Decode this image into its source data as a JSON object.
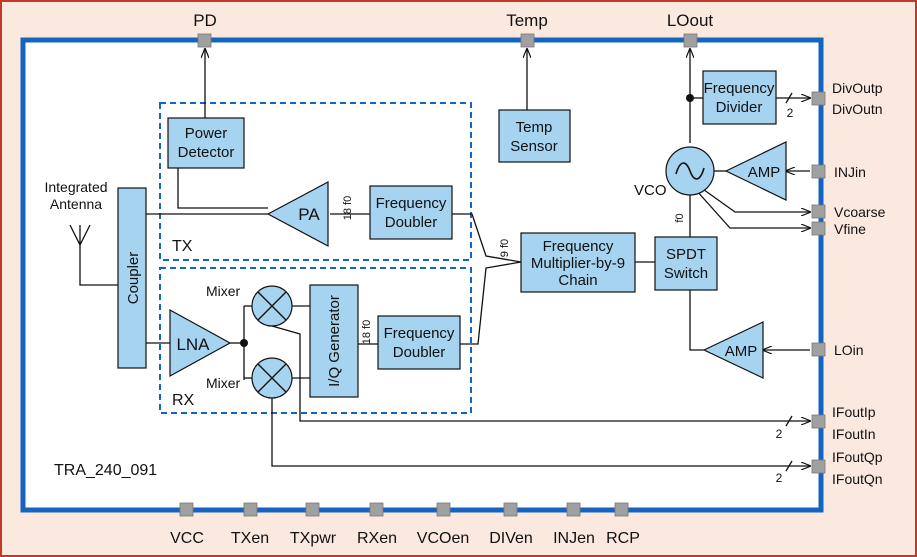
{
  "diagram": {
    "part_number": "TRA_240_091",
    "top_pins": {
      "pd": "PD",
      "temp": "Temp",
      "loout": "LOout"
    },
    "bottom_pins": [
      "VCC",
      "TXen",
      "TXpwr",
      "RXen",
      "VCOen",
      "DIVen",
      "INJen",
      "RCP"
    ],
    "right_pins": {
      "divoutp": "DivOutp",
      "divoutn": "DivOutn",
      "injin": "INJin",
      "vcoarse": "Vcoarse",
      "vfine": "Vfine",
      "loin": "LOin",
      "ifoutip": "IFoutIp",
      "ifoutin": "IFoutIn",
      "ifoutqp": "IFoutQp",
      "ifoutqn": "IFoutQn"
    },
    "blocks": {
      "power_detector": [
        "Power",
        "Detector"
      ],
      "temp_sensor": [
        "Temp",
        "Sensor"
      ],
      "frequency_divider": [
        "Frequency",
        "Divider"
      ],
      "pa": "PA",
      "tx_doubler": [
        "Frequency",
        "Doubler"
      ],
      "multiplier": [
        "Frequency",
        "Multiplier-by-9",
        "Chain"
      ],
      "spdt": [
        "SPDT",
        "Switch"
      ],
      "amp_inj": "AMP",
      "amp_lo": "AMP",
      "coupler": "Coupler",
      "lna": "LNA",
      "iq_generator": "I/Q Generator",
      "rx_doubler": [
        "Frequency",
        "Doubler"
      ]
    },
    "labels": {
      "antenna": [
        "Integrated",
        "Antenna"
      ],
      "tx": "TX",
      "rx": "RX",
      "vco": "VCO",
      "mixer_top": "Mixer",
      "mixer_bottom": "Mixer",
      "f18_tx": "18 f0",
      "f18_rx": "18 f0",
      "f9": "9 f0",
      "f0": "f0",
      "bus2_div": "2",
      "bus2_i": "2",
      "bus2_q": "2"
    },
    "colors": {
      "background": "#fbe9e0",
      "border_outer": "#c0392b",
      "chip_border": "#1565c0",
      "block_fill": "#a6d3ef",
      "pin": "#a0a0a0",
      "dashed": "#1565c0"
    }
  }
}
